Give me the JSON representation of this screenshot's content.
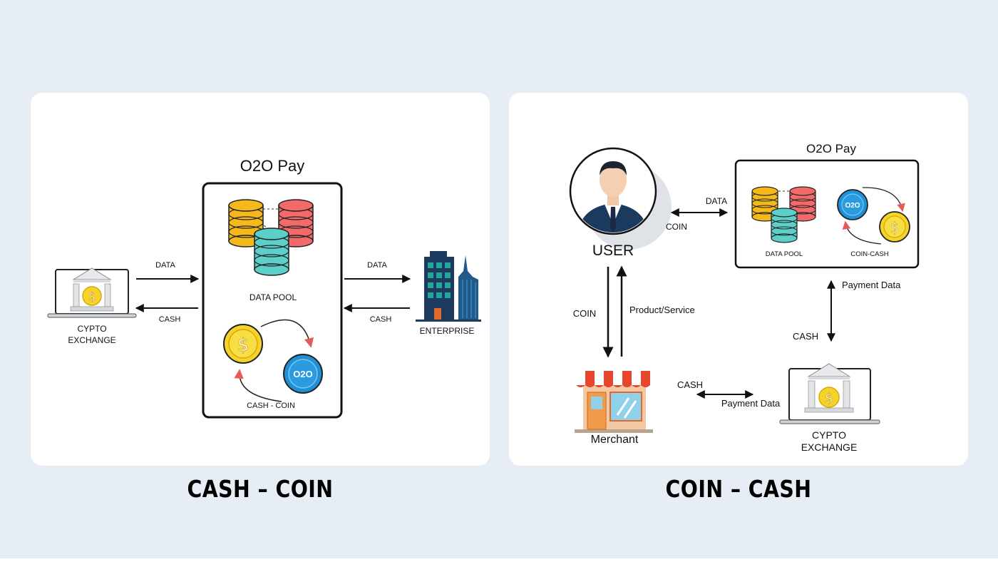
{
  "left_diagram": {
    "title": "O2O Pay",
    "data_pool_label": "DATA POOL",
    "cash_coin_label": "CASH - COIN",
    "exchange_label_line1": "CYPTO",
    "exchange_label_line2": "EXCHANGE",
    "enterprise_label": "ENTERPRISE",
    "arrow_data_left": "DATA",
    "arrow_cash_left": "CASH",
    "arrow_data_right": "DATA",
    "arrow_cash_right": "CASH",
    "coin_logo": "O2O",
    "dollar": "$"
  },
  "right_diagram": {
    "title": "O2O Pay",
    "user_label": "USER",
    "data_pool_label": "DATA POOL",
    "coin_cash_label": "COIN-CASH",
    "data_label": "DATA",
    "coin_label": "COIN",
    "coin_down_label": "COIN",
    "product_service_label": "Product/Service",
    "payment_data_top": "Payment Data",
    "cash_vertical_label": "CASH",
    "cash_horizontal_label": "CASH",
    "payment_data_bottom": "Payment Data",
    "merchant_label": "Merchant",
    "exchange_label_line1": "CYPTO",
    "exchange_label_line2": "EXCHANGE",
    "coin_logo": "O2O",
    "dollar": "$"
  },
  "captions": {
    "left": "CASH – COIN",
    "right": "COIN – CASH"
  },
  "colors": {
    "background": "#e7edf4",
    "panel": "#ffffff",
    "db_yellow": "#f5b91a",
    "db_red": "#f26a6a",
    "db_teal": "#5cd0c8",
    "coin_gold": "#f6d32b",
    "coin_blue": "#1f8fd6",
    "arrow_red": "#e85a5a",
    "building_navy": "#1c3a5e"
  },
  "icons": [
    "bank-icon",
    "laptop-icon",
    "database-icon",
    "coin-icon",
    "city-building-icon",
    "user-avatar-icon",
    "storefront-icon"
  ]
}
